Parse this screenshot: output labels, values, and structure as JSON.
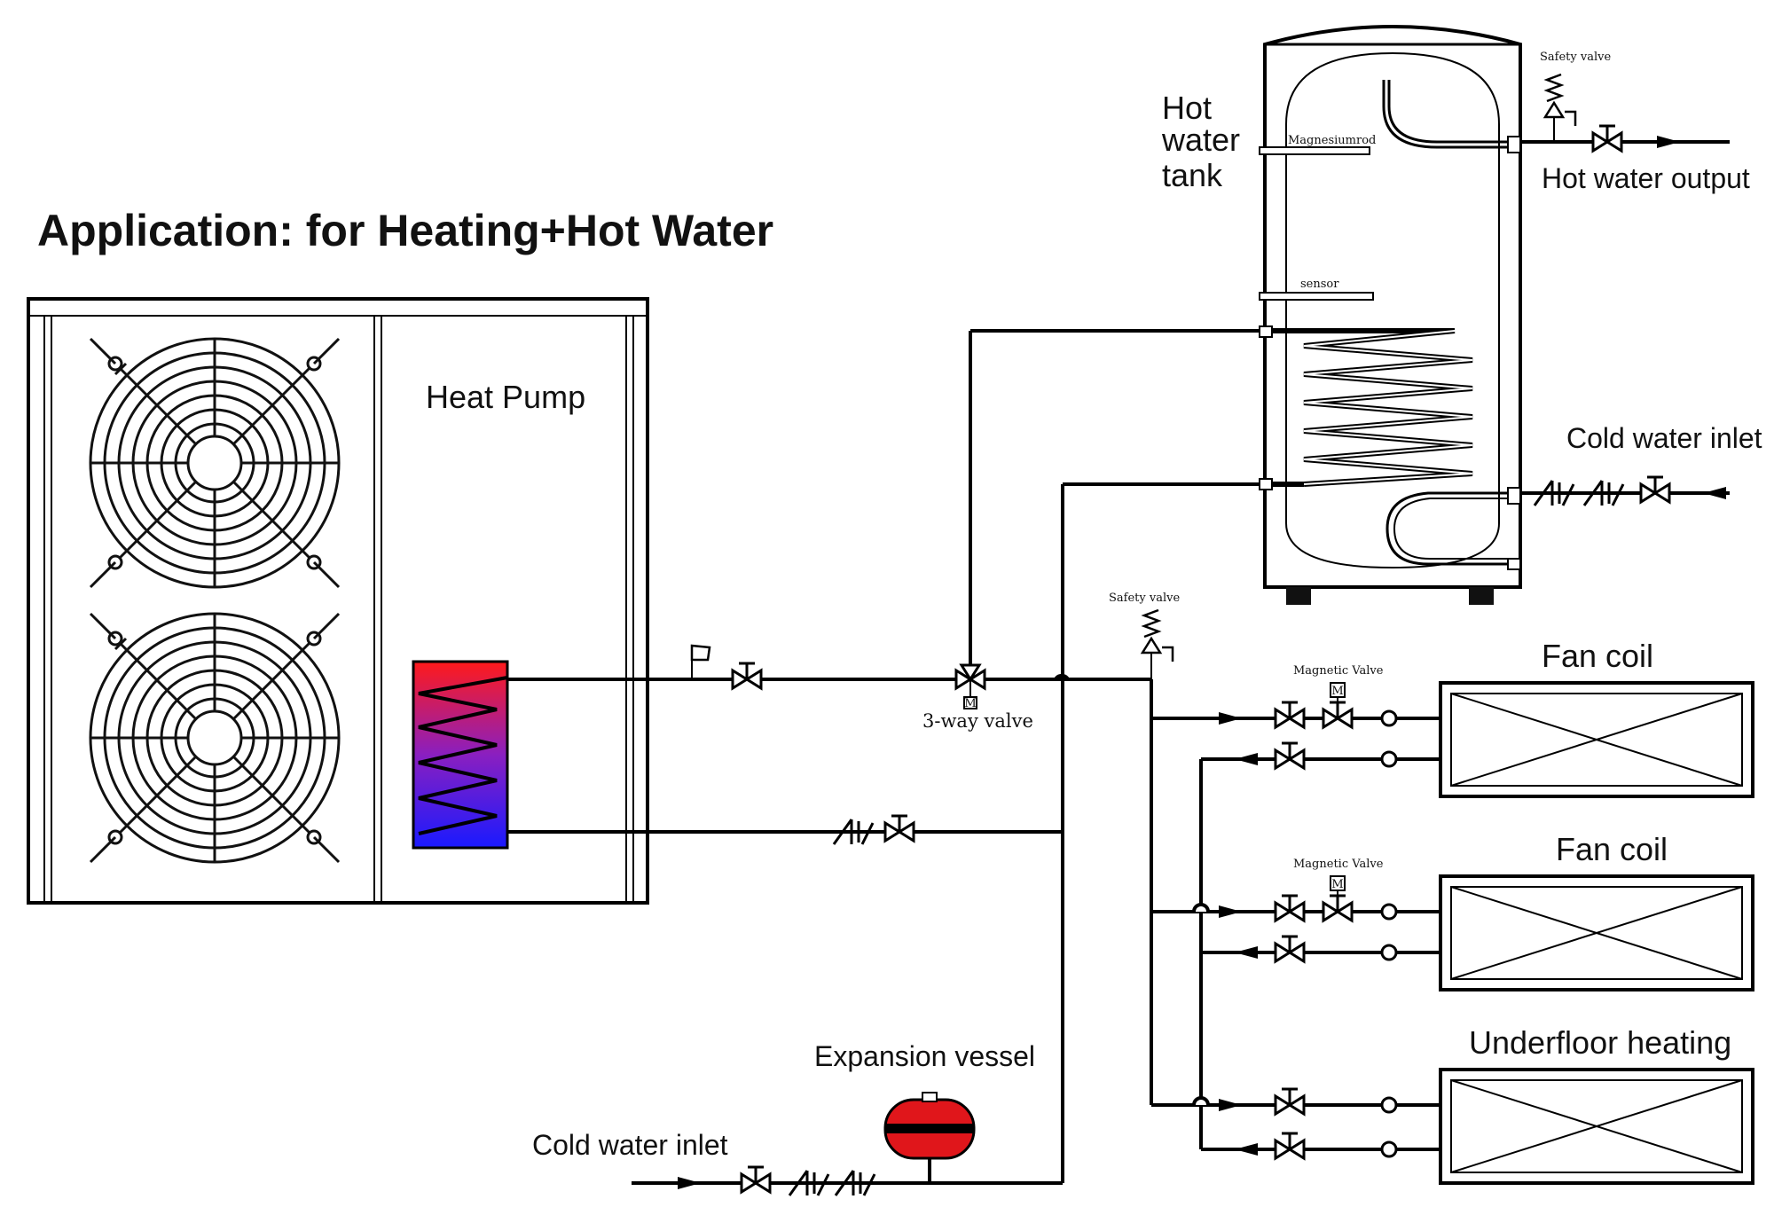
{
  "title": "Application: for Heating+Hot Water",
  "labels": {
    "heat_pump": "Heat Pump",
    "hot_water_tank_line1": "Hot",
    "hot_water_tank_line2": "water",
    "hot_water_tank_line3": "tank",
    "magnesium_rod": "Magnesiumrod",
    "sensor": "sensor",
    "safety_valve_tank": "Safety valve",
    "hot_water_output": "Hot water output",
    "cold_water_inlet_tank": "Cold water inlet",
    "safety_valve_loop": "Safety valve",
    "three_way_valve": "3-way valve",
    "motor_mark": "M",
    "magnetic_valve_1": "Magnetic Valve",
    "magnetic_valve_2": "Magnetic Valve",
    "fan_coil_1": "Fan coil",
    "fan_coil_2": "Fan coil",
    "underfloor_heating": "Underfloor heating",
    "expansion_vessel": "Expansion vessel",
    "cold_water_inlet_main": "Cold water inlet"
  },
  "colors": {
    "line": "#000000",
    "heat_exchanger_hot": "#ff1a1a",
    "heat_exchanger_cold": "#1a1aff",
    "expansion_vessel": "#e0161b"
  }
}
